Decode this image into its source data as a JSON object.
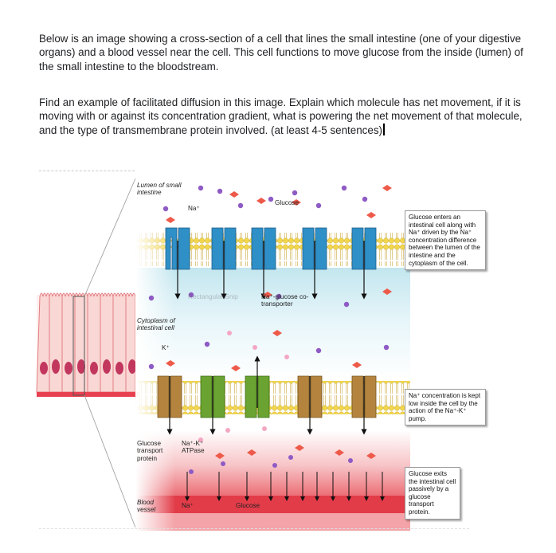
{
  "question": {
    "intro": "Below is an image showing a cross-section of a cell that lines the small intestine (one of your digestive organs) and a blood vessel near the cell. This cell functions to move glucose from the inside (lumen) of the small intestine to the bloodstream.",
    "prompt": "Find an example of facilitated diffusion in this image. Explain which molecule has net movement, if it is moving with or against its concentration gradient, what is powering the net movement of that molecule, and the type of transmembrane protein involved. (at least 4-5 sentences)"
  },
  "figure": {
    "labels": {
      "lumen": "Lumen of small intestine",
      "na_top": "Na⁺",
      "glucose_top": "Glucose",
      "cotransporter": "Na⁺-glucose co-transporter",
      "watermark": "Rectangular Snip",
      "cytoplasm": "Cytoplasm of intestinal cell",
      "k": "K⁺",
      "glucose_transport_protein": "Glucose transport protein",
      "atpase": "Na⁺-K⁺ ATPase",
      "blood_vessel": "Blood vessel",
      "na_bottom": "Na⁺",
      "glucose_bottom": "Glucose"
    },
    "callouts": {
      "top": "Glucose enters an intestinal cell along with Na⁺ driven by the Na⁺ concentration difference between the lumen of the intestine and the cytoplasm of the cell.",
      "middle": "Na⁺ concentration is kept low inside the cell by the action of the Na⁺-K⁺ pump.",
      "bottom": "Glucose exits the intestinal cell passively by a glucose transport protein."
    },
    "colors": {
      "sodium": "#8e5bc5",
      "glucose": "#ee5a4a",
      "potassium": "#f4a7c3",
      "cotransporter": "#2f8fc7",
      "glucose_transporter": "#b4843e",
      "atpase": "#6aa331",
      "membrane_heads": "#f0d650",
      "cytoplasm": "#d7eef5",
      "blood": "#e0505a"
    }
  }
}
